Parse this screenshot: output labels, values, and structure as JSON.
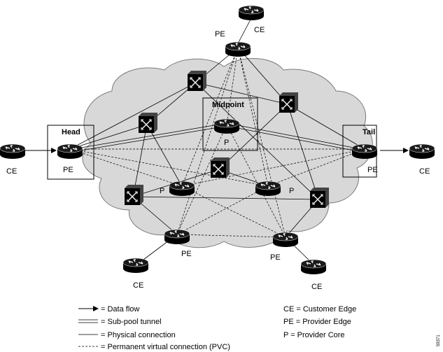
{
  "figure": {
    "box_labels": {
      "head": "Head",
      "tail": "Tail",
      "midpoint": "Midpoint"
    },
    "node_labels": {
      "ce_top": "CE",
      "pe_top": "PE",
      "ce_left": "CE",
      "pe_head": "PE",
      "pe_tail": "PE",
      "ce_right": "CE",
      "p_mid": "P",
      "p_left": "P",
      "p_right": "P",
      "pe_bottom_left": "PE",
      "pe_bottom_right": "PE",
      "ce_bottom_left": "CE",
      "ce_bottom_right": "CE"
    },
    "figure_id": "59371"
  },
  "legend": {
    "data_flow": "= Data flow",
    "sub_pool": "= Sub-pool tunnel",
    "physical": "= Physical connection",
    "pvc": "= Permanent virtual connection (PVC)",
    "ce_def": "CE = Customer Edge",
    "pe_def": "PE = Provider Edge",
    "p_def": "P = Provider Core"
  }
}
